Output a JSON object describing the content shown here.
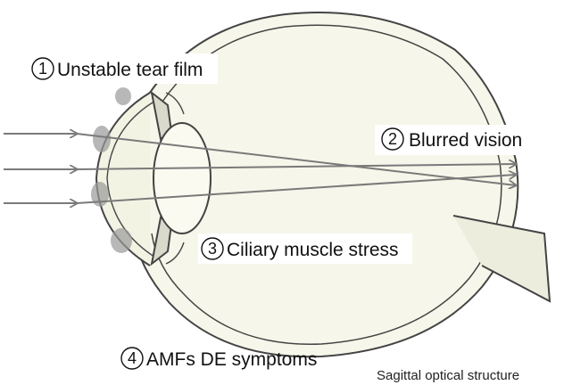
{
  "labels": [
    {
      "number": "1",
      "text": "Unstable tear film"
    },
    {
      "number": "2",
      "text": "Blurred vision"
    },
    {
      "number": "3",
      "text": "Ciliary muscle stress"
    },
    {
      "number": "4",
      "text": "AMFs DE symptoms"
    }
  ],
  "caption": "Sagittal optical structure",
  "colors": {
    "outline": "#444444",
    "globe_fill": "#f6f6ea",
    "lens_fill": "#fafaf0",
    "tear_drops": "#9a9a9a",
    "rays": "#7a7a7a",
    "label_background": "#ffffff"
  }
}
